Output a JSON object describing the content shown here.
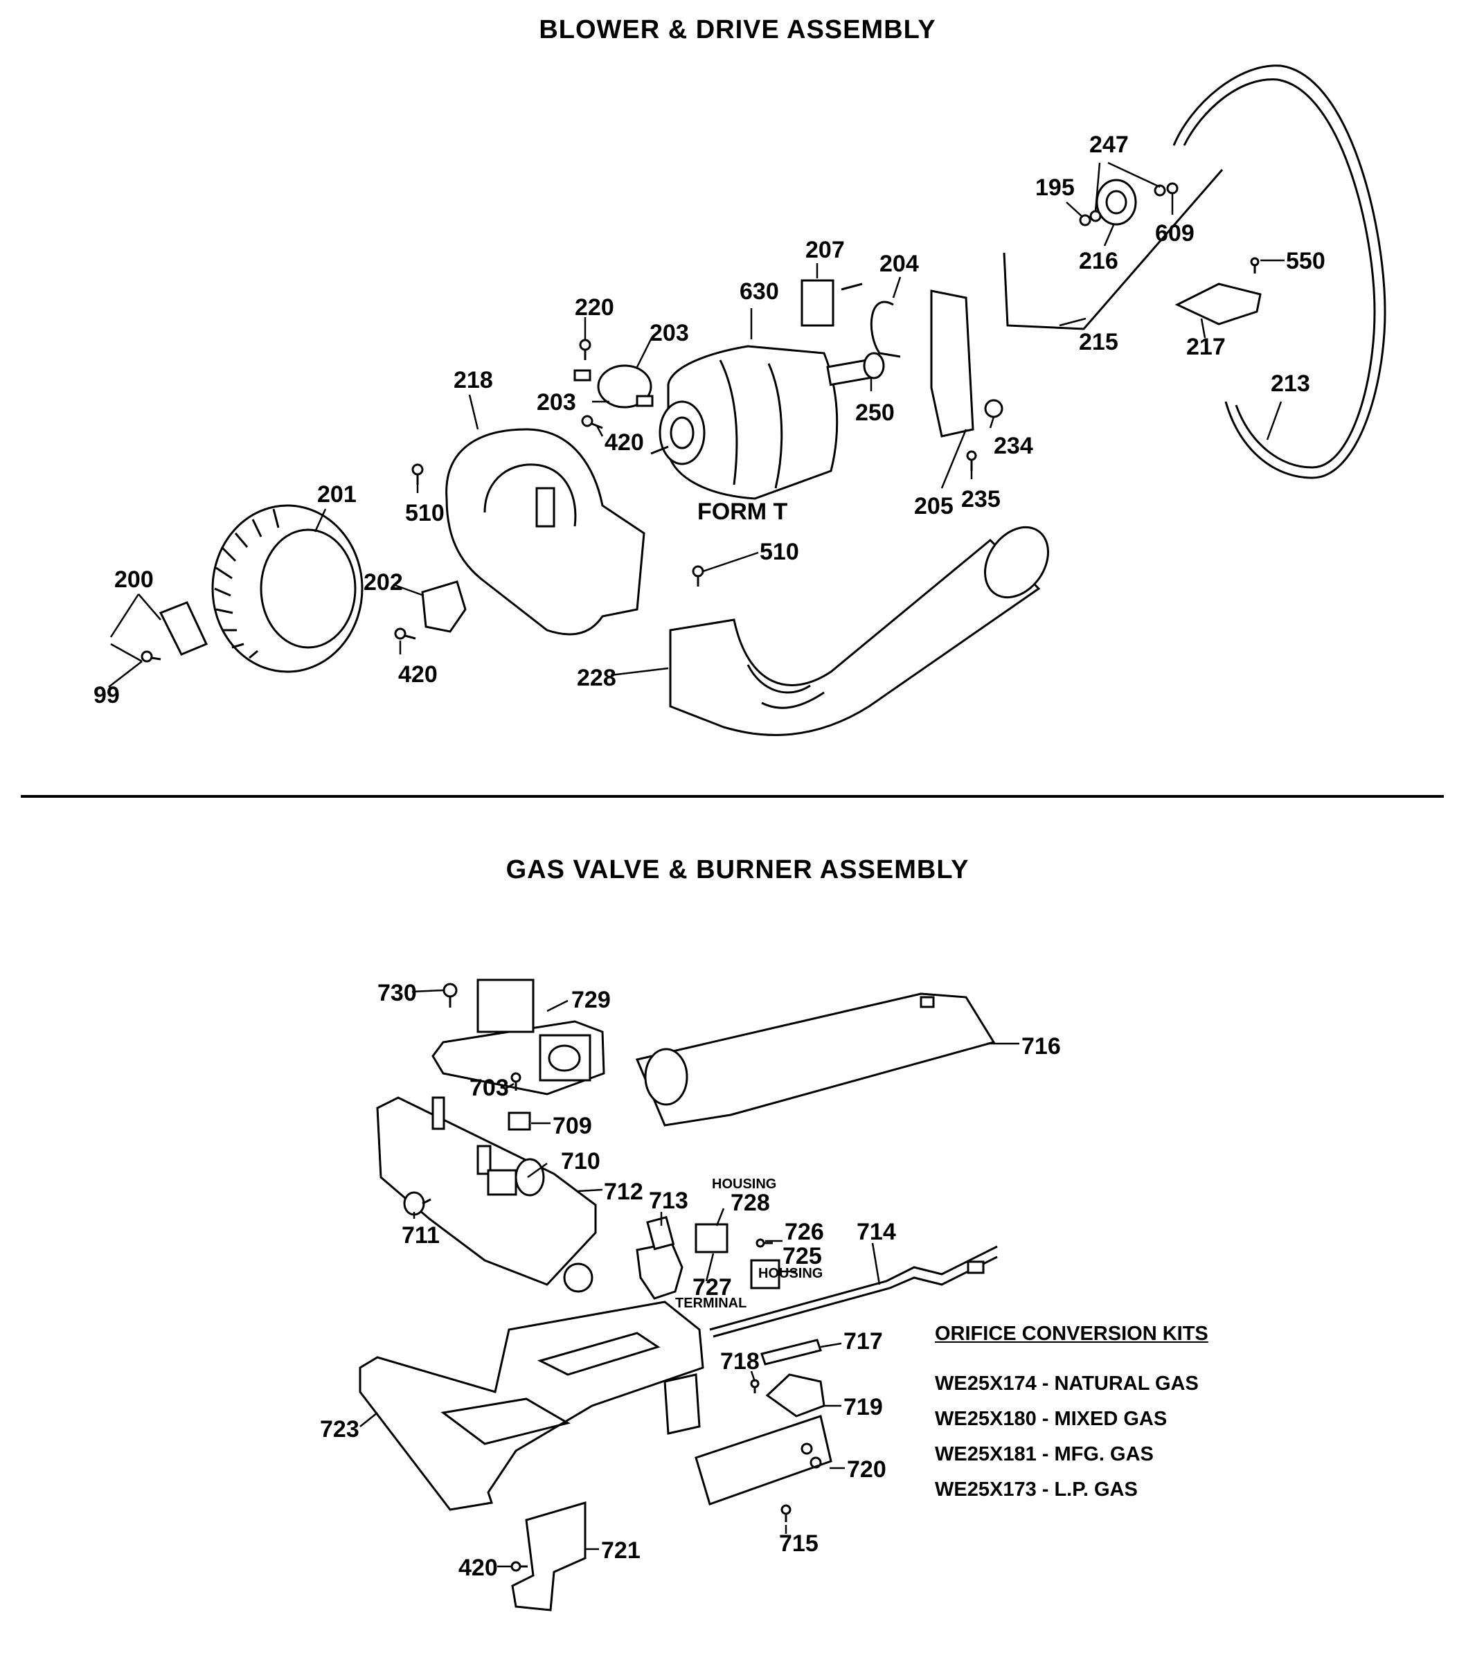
{
  "sections": {
    "blower_title": "BLOWER & DRIVE ASSEMBLY",
    "gas_title": "GAS VALVE & BURNER ASSEMBLY"
  },
  "blower": {
    "form_label": "FORM T",
    "labels": [
      "247",
      "195",
      "609",
      "216",
      "550",
      "215",
      "217",
      "213",
      "207",
      "204",
      "630",
      "220",
      "203",
      "203",
      "250",
      "420",
      "218",
      "234",
      "205",
      "235",
      "510",
      "201",
      "202",
      "510",
      "200",
      "420",
      "99",
      "228"
    ]
  },
  "gas": {
    "labels": [
      "730",
      "729",
      "716",
      "703",
      "709",
      "710",
      "712",
      "713",
      "711",
      "728",
      "726",
      "725",
      "714",
      "727",
      "717",
      "718",
      "719",
      "723",
      "720",
      "715",
      "721",
      "420"
    ],
    "housing_label_1": "HOUSING",
    "housing_label_2": "HOUSING",
    "terminal_label": "TERMINAL"
  },
  "kits": {
    "title": "ORIFICE CONVERSION KITS",
    "items": [
      "WE25X174 - NATURAL GAS",
      "WE25X180 - MIXED GAS",
      "WE25X181 - MFG. GAS",
      "WE25X173 - L.P. GAS"
    ]
  }
}
